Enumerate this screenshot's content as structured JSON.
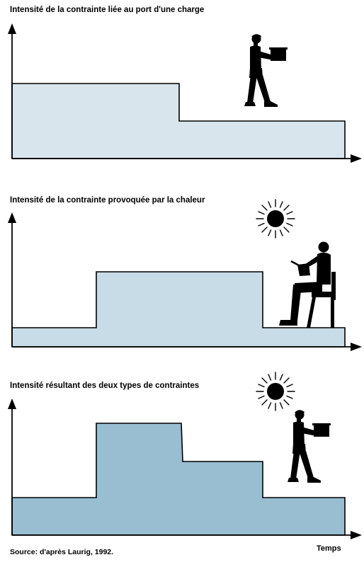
{
  "panels": [
    {
      "title": "Intensité de la contrainte liée au port d'une charge",
      "fill": "#d8e5ec"
    },
    {
      "title": "Intensité de la contrainte provoquée par la chaleur",
      "fill": "#c8dce7"
    },
    {
      "title": "Intensité résultant des deux types de contraintes",
      "fill": "#99bdd1"
    }
  ],
  "x_axis_label": "Temps",
  "source": "Source: d'après Laurig, 1992.",
  "icons": [
    "person-carrying-box-icon",
    "sun-icon",
    "seated-person-writing-icon"
  ]
}
